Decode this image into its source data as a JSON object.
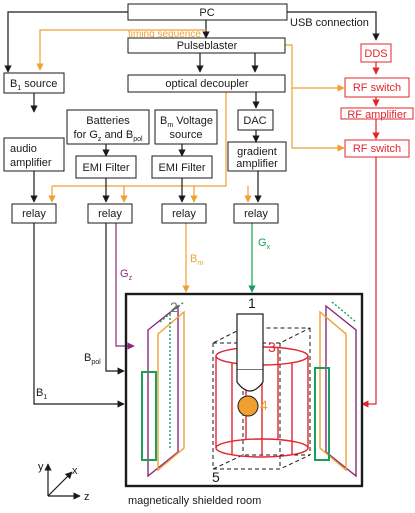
{
  "diagram": {
    "pc": "PC",
    "usb": "USB connection",
    "timing": "timing sequence",
    "pulseblaster": "Pulseblaster",
    "optical_decoupler": "optical decoupler",
    "b1_source_main": "B",
    "b1_source_sub": "1",
    "b1_source_rest": " source",
    "batteries_line1": "Batteries",
    "batteries_line2_a": "for G",
    "batteries_line2_sub1": "z",
    "batteries_line2_b": " and B",
    "batteries_line2_sub2": "pol",
    "bm_voltage_main": "B",
    "bm_voltage_sub": "m",
    "bm_voltage_rest": " Voltage",
    "bm_voltage_line2": "source",
    "dac": "DAC",
    "gradient_line1": "gradient",
    "gradient_line2": "amplifier",
    "audio_line1": "audio",
    "audio_line2": "amplifier",
    "emi_filter_1": "EMI Filter",
    "emi_filter_2": "EMI Filter",
    "dds": "DDS",
    "rf_switch_1": "RF switch",
    "rf_amplifier": "RF amplifier",
    "rf_switch_2": "RF switch",
    "relay_1": "relay",
    "relay_2": "relay",
    "relay_3": "relay",
    "relay_4": "relay",
    "gz_main": "G",
    "gz_sub": "z",
    "bm_main": "B",
    "bm_sub": "m",
    "gx_main": "G",
    "gx_sub": "x",
    "bpol_main": "B",
    "bpol_sub": "pol",
    "b1_main": "B",
    "b1_sub": "1",
    "num_1": "1",
    "num_2": "2",
    "num_3": "3",
    "num_4": "4",
    "num_5": "5",
    "axis_y": "y",
    "axis_x": "x",
    "axis_z": "z",
    "room_label": "magnetically shielded room"
  },
  "colors": {
    "black": "#1a1a1a",
    "orange": "#f0a030",
    "red": "#e0262e",
    "purple": "#8b2a7a",
    "green": "#17a05a",
    "gray": "#777777"
  }
}
